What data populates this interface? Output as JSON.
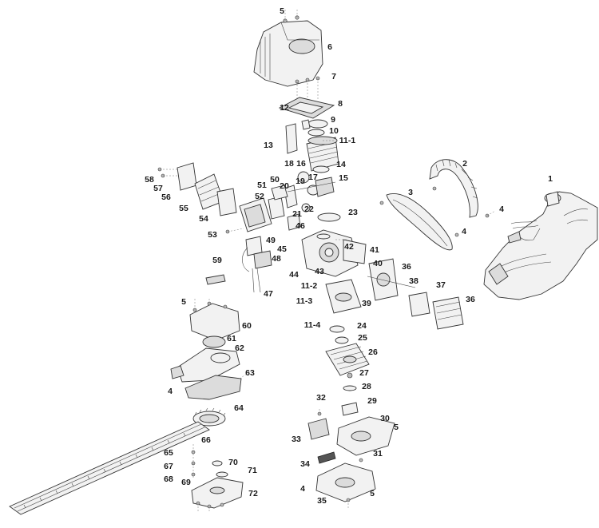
{
  "diagram": {
    "part_labels": [
      "1",
      "2",
      "3",
      "4",
      "4",
      "4",
      "4",
      "5",
      "5",
      "5",
      "5",
      "6",
      "7",
      "8",
      "9",
      "10",
      "11-1",
      "11-2",
      "11-3",
      "11-4",
      "12",
      "13",
      "14",
      "15",
      "16",
      "17",
      "18",
      "19",
      "20",
      "21",
      "22",
      "23",
      "24",
      "25",
      "26",
      "27",
      "28",
      "29",
      "30",
      "31",
      "32",
      "33",
      "34",
      "35",
      "36",
      "36",
      "37",
      "38",
      "39",
      "40",
      "41",
      "42",
      "43",
      "44",
      "45",
      "46",
      "47",
      "48",
      "49",
      "50",
      "51",
      "52",
      "53",
      "54",
      "55",
      "56",
      "57",
      "58",
      "59",
      "60",
      "61",
      "62",
      "63",
      "64",
      "65",
      "66",
      "67",
      "68",
      "69",
      "70",
      "71",
      "72"
    ]
  }
}
